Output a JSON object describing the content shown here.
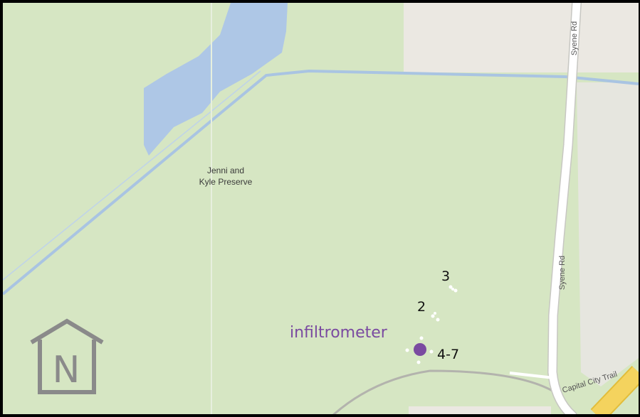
{
  "map": {
    "park_name_line1": "Jenni and",
    "park_name_line2": "Kyle Preserve",
    "road_upper": "Syene Rd",
    "road_lower": "Syene Rd",
    "trail": "Capital City Trail"
  },
  "markers": [
    {
      "id": "3",
      "label": "3"
    },
    {
      "id": "2",
      "label": "2"
    },
    {
      "id": "4-7",
      "label": "4-7"
    }
  ],
  "infiltrometer": {
    "label": "infiltrometer",
    "color": "#7a4aa0"
  },
  "north_arrow": {
    "letter": "N",
    "icon": "north-arrow-house-icon",
    "color": "#8a8a8a"
  },
  "colors": {
    "park_green": "#d6e6c3",
    "pond_blue": "#aec7e6",
    "urban_gray": "#ebe8e2",
    "road_white": "#ffffff",
    "highway_yellow": "#f4d35e",
    "waterway_blue": "#a9c4e2"
  }
}
